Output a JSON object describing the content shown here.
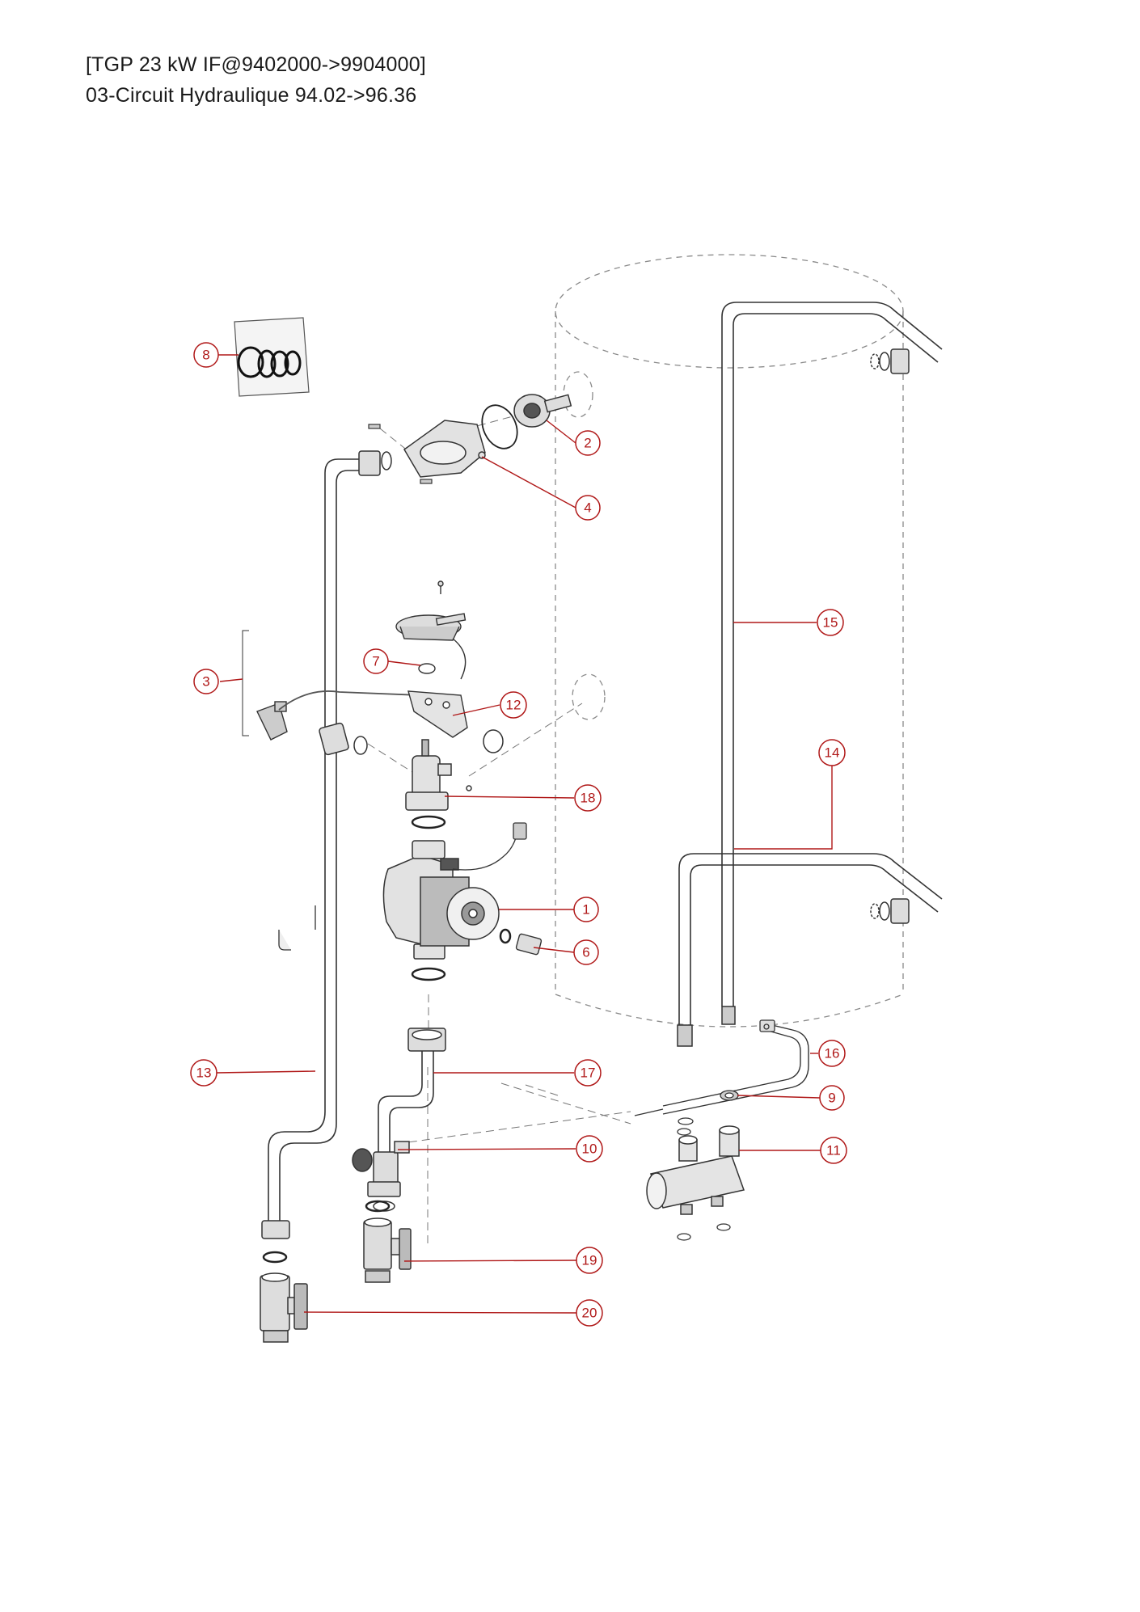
{
  "header": {
    "line1": "[TGP 23 kW IF@9402000->9904000]",
    "line2": "03-Circuit Hydraulique 94.02->96.36"
  },
  "colors": {
    "callout": "#b01818",
    "line": "#333333",
    "phantom": "#888888"
  },
  "callouts": [
    {
      "id": "8",
      "label": "8"
    },
    {
      "id": "2",
      "label": "2"
    },
    {
      "id": "4",
      "label": "4"
    },
    {
      "id": "15",
      "label": "15"
    },
    {
      "id": "7",
      "label": "7"
    },
    {
      "id": "3",
      "label": "3"
    },
    {
      "id": "12",
      "label": "12"
    },
    {
      "id": "14",
      "label": "14"
    },
    {
      "id": "18",
      "label": "18"
    },
    {
      "id": "1",
      "label": "1"
    },
    {
      "id": "6",
      "label": "6"
    },
    {
      "id": "16",
      "label": "16"
    },
    {
      "id": "13",
      "label": "13"
    },
    {
      "id": "17",
      "label": "17"
    },
    {
      "id": "9",
      "label": "9"
    },
    {
      "id": "10",
      "label": "10"
    },
    {
      "id": "11",
      "label": "11"
    },
    {
      "id": "19",
      "label": "19"
    },
    {
      "id": "20",
      "label": "20"
    }
  ]
}
